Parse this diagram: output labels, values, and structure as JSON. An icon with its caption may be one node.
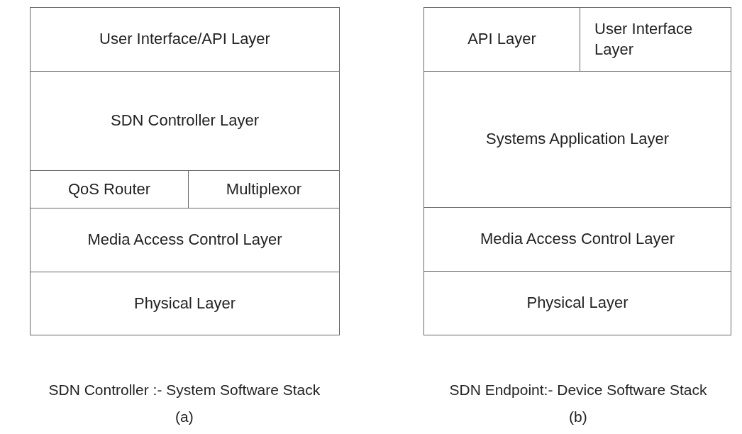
{
  "diagram": {
    "nodes": [
      {
        "text": [
          "User Interface/API Layer"
        ]
      },
      {
        "text": [
          "API Layer"
        ]
      },
      {
        "text": [
          "User Interface Layer"
        ]
      },
      {
        "text": [
          "SDN Controller Layer"
        ]
      },
      {
        "text": [
          "Systems Application Layer"
        ]
      },
      {
        "text": [
          "QoS Router"
        ]
      },
      {
        "text": [
          "Multiplexor"
        ]
      },
      {
        "text": [
          "Media Access Control Layer"
        ]
      },
      {
        "text": [
          "Media Access Control Layer"
        ]
      },
      {
        "text": [
          "Physical Layer"
        ]
      },
      {
        "text": [
          "Physical Layer"
        ]
      }
    ],
    "labels": [
      "SDN Controller :- System Software Stack",
      "SDN Endpoint:- Device Software Stack",
      "(a)",
      "(b)"
    ]
  }
}
